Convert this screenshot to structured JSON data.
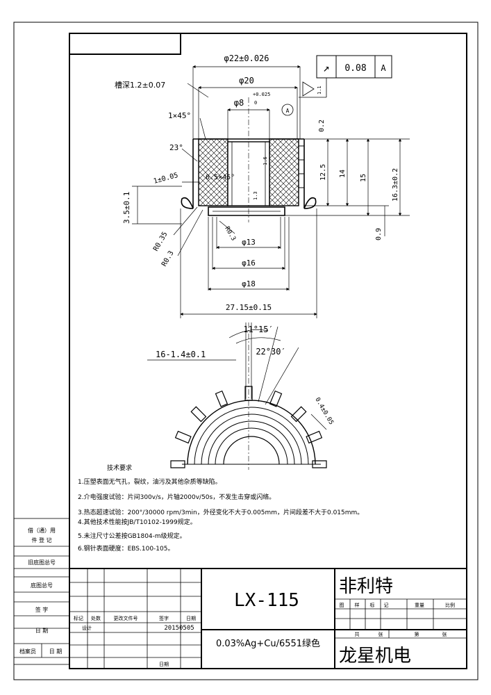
{
  "drawing": {
    "dimensions": {
      "d22": "φ22±0.026",
      "d20": "φ20",
      "d8": "φ8",
      "d8_tol_upper": "+0.025",
      "d8_tol_lower": "0",
      "groove_depth": "槽深1.2±0.07",
      "chamfer_outer": "1×45°",
      "chamfer_inner": "0.5×45°",
      "angle23": "23°",
      "thickness_1": "1±0.05",
      "dim_35": "3.5±0.1",
      "r035": "R0.35",
      "r03_left": "R0.3",
      "r03_mid": "R0.3",
      "d13": "φ13",
      "d16": "φ16",
      "d18": "φ18",
      "width_2715": "27.15±0.15",
      "dim_02": "0.2",
      "dim_125": "12.5",
      "dim_14": "14",
      "dim_15": "15",
      "dim_163": "16.3±0.2",
      "dim_09": "0.9",
      "rough_16": "1.6",
      "rough_13": "1.3",
      "rough_triangle": "1.1",
      "angle_115": "11°15′",
      "angle_2230": "22°30′",
      "slots": "16-1.4±0.1",
      "slot_depth": "0.4±0.05",
      "datum_a_circle": "A"
    },
    "tolerance_frame": {
      "symbol": "↗",
      "value": "0.08",
      "datum": "A"
    },
    "notes": {
      "heading": "技术要求",
      "items": [
        "1.压塑表面无气孔，裂纹，油污及其他杂质等缺陷。",
        "2.介电强度试验：片间300v/s，片轴2000v/50s，不发生击穿或闪络。",
        "3.热态超速试验：200°/30000 rpm/3min，外径变化不大于0.005mm，片间段差不大于0.015mm。",
        "4.其他技术性能按JB/T10102-1999规定。",
        "5.未注尺寸公差按GB1804-m级规定。",
        "6.钢针表面硬度：EBS.100-105。"
      ]
    }
  },
  "title_block": {
    "part_no": "LX-115",
    "company": "非利特",
    "material": "0.03%Ag+Cu/6551绿色",
    "manufacturer": "龙星机电",
    "stage_labels": [
      "图",
      "样",
      "标",
      "记",
      "重量",
      "比例"
    ],
    "sheet_labels": [
      "共",
      "张",
      "第",
      "张"
    ],
    "rev_headers": [
      "标记",
      "处数",
      "更改文件号",
      "签字",
      "日期"
    ],
    "design_label": "设计",
    "design_date": "20150505",
    "date_label": "日期"
  },
  "side_stamps": [
    "借（通）用",
    "件 登 记",
    "旧底图总号",
    "底图总号",
    "签  字",
    "日  期",
    "档案员",
    "日  期"
  ]
}
